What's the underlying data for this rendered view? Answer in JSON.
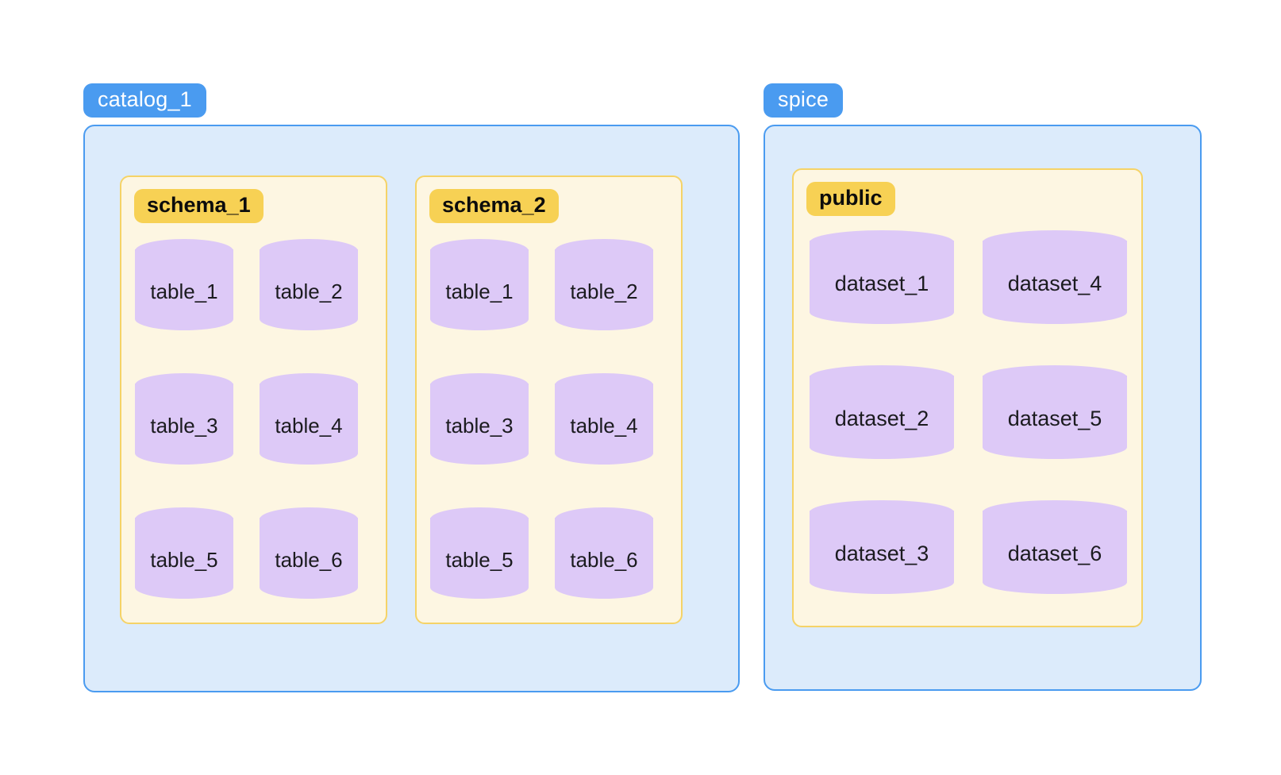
{
  "diagram": {
    "type": "nested-container-hierarchy",
    "description": "Two catalog containers, each holding schema containers which hold database table cylinders",
    "colors": {
      "catalog_label_bg": "#4a9bf0",
      "catalog_label_text": "#ffffff",
      "catalog_box_bg": "#dcebfb",
      "catalog_box_border": "#4a9bf0",
      "schema_panel_bg": "#fdf6e2",
      "schema_panel_border": "#f5d367",
      "schema_label_bg": "#f7d154",
      "schema_label_text": "#0c0c0c",
      "cylinder_fill": "#ddc9f7",
      "cylinder_text": "#1b1b1f",
      "page_bg": "#ffffff"
    }
  },
  "catalogs": [
    {
      "label": "catalog_1",
      "schemas": [
        {
          "label": "schema_1",
          "items": [
            "table_1",
            "table_2",
            "table_3",
            "table_4",
            "table_5",
            "table_6"
          ]
        },
        {
          "label": "schema_2",
          "items": [
            "table_1",
            "table_2",
            "table_3",
            "table_4",
            "table_5",
            "table_6"
          ]
        }
      ]
    },
    {
      "label": "spice",
      "schemas": [
        {
          "label": "public",
          "items": [
            "dataset_1",
            "dataset_4",
            "dataset_2",
            "dataset_5",
            "dataset_3",
            "dataset_6"
          ]
        }
      ]
    }
  ]
}
